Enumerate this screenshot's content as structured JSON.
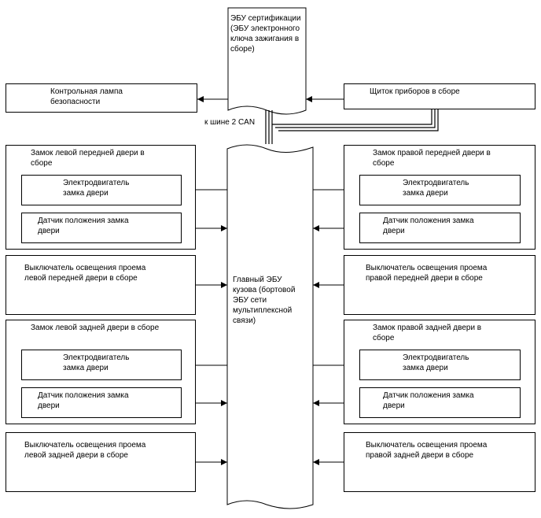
{
  "certification_ecu": "ЭБУ сертификации\n(ЭБУ электронного\nключа зажигания в\nсборе)",
  "warning_lamp": "Контрольная лампа\nбезопасности",
  "instrument_cluster": "Щиток приборов в сборе",
  "can_bus": "к шине 2 CAN",
  "main_ecu": "Главный ЭБУ\nкузова (бортовой\nЭБУ сети\nмультиплексной\nсвязи)",
  "left_front_lock": {
    "title": "Замок левой передней двери в\nсборе",
    "motor": "Электродвигатель\nзамка двери",
    "sensor": "Датчик положения замка\nдвери"
  },
  "right_front_lock": {
    "title": "Замок правой передней двери в\nсборе",
    "motor": "Электродвигатель\nзамка двери",
    "sensor": "Датчик положения замка\nдвери"
  },
  "left_front_switch": "Выключатель освещения проема\nлевой передней двери в сборе",
  "right_front_switch": "Выключатель освещения проема\nправой передней двери в сборе",
  "left_rear_lock": {
    "title": "Замок левой задней двери в сборе",
    "motor": "Электродвигатель\nзамка двери",
    "sensor": "Датчик положения замка\nдвери"
  },
  "right_rear_lock": {
    "title": "Замок правой задней двери в\nсборе",
    "motor": "Электродвигатель\nзамка двери",
    "sensor": "Датчик положения замка\nдвери"
  },
  "left_rear_switch": "Выключатель освещения проема\nлевой задней двери в сборе",
  "right_rear_switch": "Выключатель освещения проема\nправой задней двери в сборе"
}
